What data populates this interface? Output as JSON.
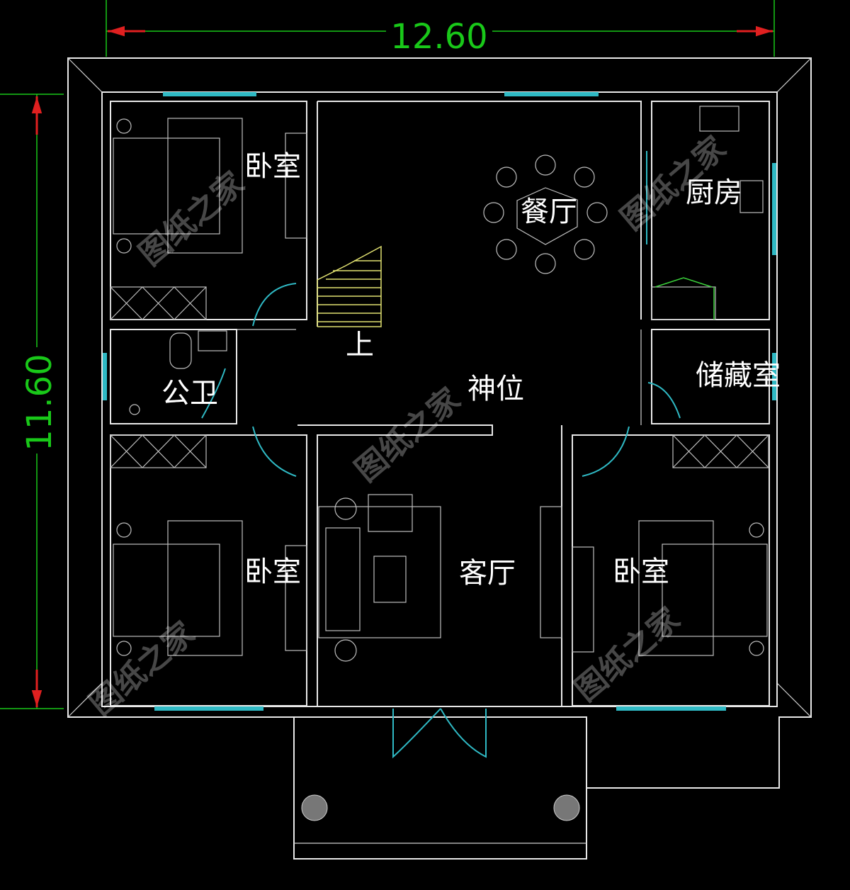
{
  "dimensions": {
    "width_label": "12.60",
    "height_label": "11.60"
  },
  "rooms": {
    "bedroom_nw": "卧室",
    "dining": "餐厅",
    "kitchen": "厨房",
    "stairs_up": "上",
    "bathroom": "公卫",
    "shrine": "神位",
    "storage": "储藏室",
    "bedroom_sw": "卧室",
    "living": "客厅",
    "bedroom_se": "卧室"
  },
  "watermark": "图纸之家",
  "colors": {
    "background": "#000000",
    "walls": "#e8e8e8",
    "dimension": "#19c819",
    "windows_doors": "#2fb9c4",
    "stairs": "#e0e070",
    "arrow": "#e02020"
  }
}
